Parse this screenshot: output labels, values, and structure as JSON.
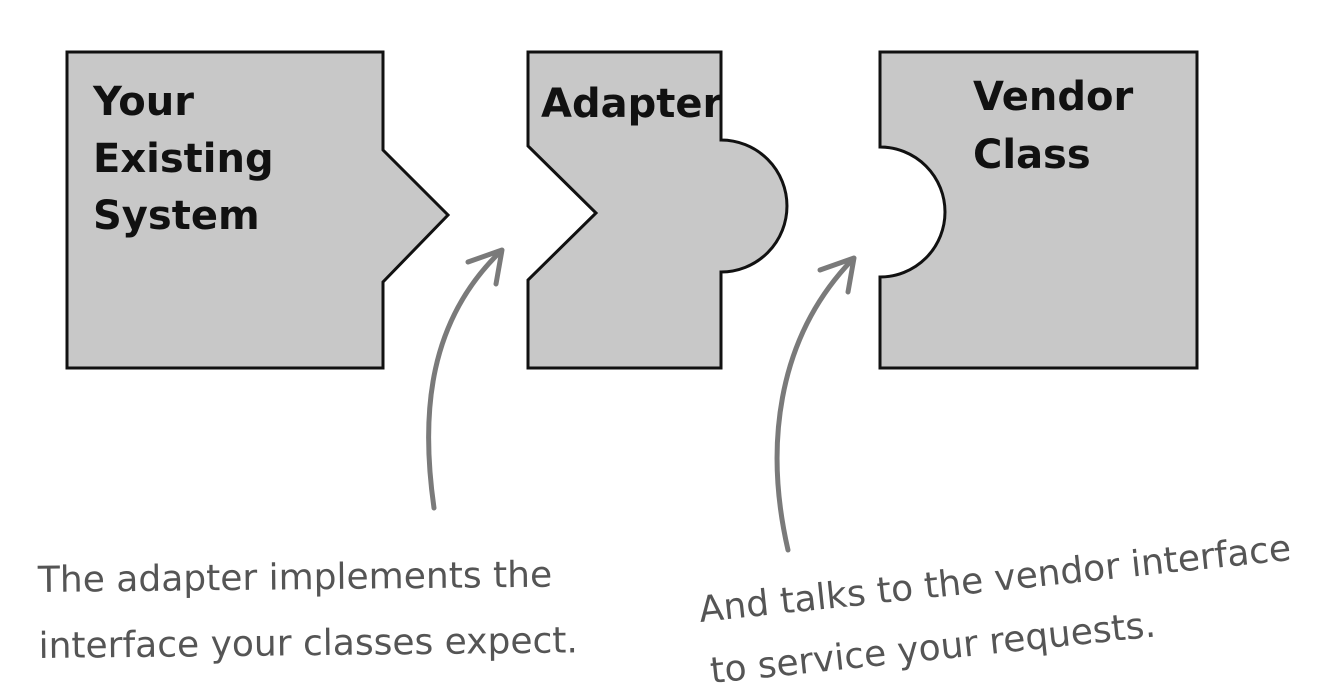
{
  "pieces": {
    "existing_system": {
      "label_lines": [
        "Your",
        "Existing",
        "System"
      ]
    },
    "adapter": {
      "label_lines": [
        "Adapter"
      ]
    },
    "vendor_class": {
      "label_lines": [
        "Vendor",
        "Class"
      ]
    }
  },
  "annotations": {
    "adapter_note": {
      "lines": [
        "The adapter implements the",
        "interface your classes expect."
      ]
    },
    "vendor_note": {
      "lines": [
        "And talks to the vendor interface",
        "to service your requests."
      ]
    }
  },
  "colors": {
    "piece_fill": "#c8c8c8",
    "piece_stroke": "#111111",
    "arrow": "#7a7a7a",
    "note_text": "#555555"
  }
}
